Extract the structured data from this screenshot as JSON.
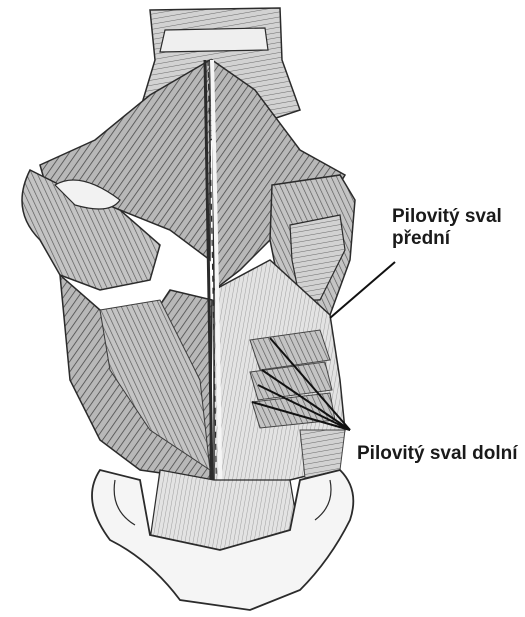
{
  "figure": {
    "type": "anatomical illustration",
    "subject": "posterior view of back muscles",
    "colors": {
      "background": "#ffffff",
      "line": "#2b2b2b",
      "shade": "#9a9a9a",
      "light": "#d9d9d9",
      "bone": "#f2f2f2"
    }
  },
  "labels": {
    "serratus_anterior": {
      "line1": "Pilovitý sval",
      "line2": "přední"
    },
    "serratus_posterior_inferior": "Pilovitý sval dolní"
  }
}
